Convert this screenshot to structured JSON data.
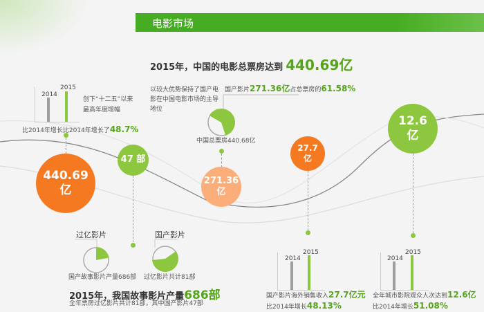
{
  "header": {
    "title": "电影市场"
  },
  "headline": {
    "text": "2015年，中国的电影总票房达到",
    "value": "440.69亿"
  },
  "growth_chart": {
    "year_a": "2014",
    "year_b": "2015",
    "note_line1": "创下“十二五”以来",
    "note_line2": "最高年度增幅",
    "caption": "比2014年增长比2014年增长了",
    "caption_value": "48.7%"
  },
  "share": {
    "text_line1": "以较大优势保持了国产电",
    "text_line2": "影在中国电影市场的主导",
    "text_line3": "地位",
    "label_prefix": "国产影片",
    "label_value1": "271.36亿",
    "label_mid": "占总票房的",
    "label_value2": "61.58%",
    "pie_caption": "中国总票房440.68亿",
    "pie_fraction": 0.6158
  },
  "circles": {
    "box_office": {
      "num": "440.69",
      "unit": "亿",
      "color": "#f47920"
    },
    "domestic_films": {
      "num": "47",
      "unit": "部",
      "color": "#8dc63f"
    },
    "domestic_box": {
      "num": "271.36",
      "unit": "亿",
      "color": "#fcae7a"
    },
    "overseas": {
      "num": "27.7",
      "unit": "亿",
      "color": "#f47920"
    },
    "audience": {
      "num": "12.6",
      "unit": "亿",
      "color": "#8dc63f"
    }
  },
  "production": {
    "pie1_label": "过亿影片",
    "pie1_caption": "国产故事影片产量686部",
    "pie1_fraction": 0.22,
    "pie2_label": "国产影片",
    "pie2_caption": "过亿影片共计81部",
    "pie2_fraction": 0.58,
    "title": "2015年，我国故事影片产量",
    "title_value": "686部",
    "subtitle": "全年票房过亿影片共计81部，其中国产影片47部"
  },
  "overseas_chart": {
    "year_a": "2014",
    "year_b": "2015",
    "line1": "国产影片海外销售收入",
    "line1_value": "27.7亿元",
    "line2": "比2014年增长",
    "line2_value": "48.13%"
  },
  "audience_chart": {
    "year_a": "2014",
    "year_b": "2015",
    "line1": "全年城市影院观众人次达到",
    "line1_value": "12.6亿",
    "line2": "比2014年增长",
    "line2_value": "51.08%"
  },
  "colors": {
    "green": "#8dc63f",
    "dark_green": "#56a41c",
    "orange": "#f47920",
    "light_orange": "#fcae7a",
    "header": "#46ad22"
  }
}
